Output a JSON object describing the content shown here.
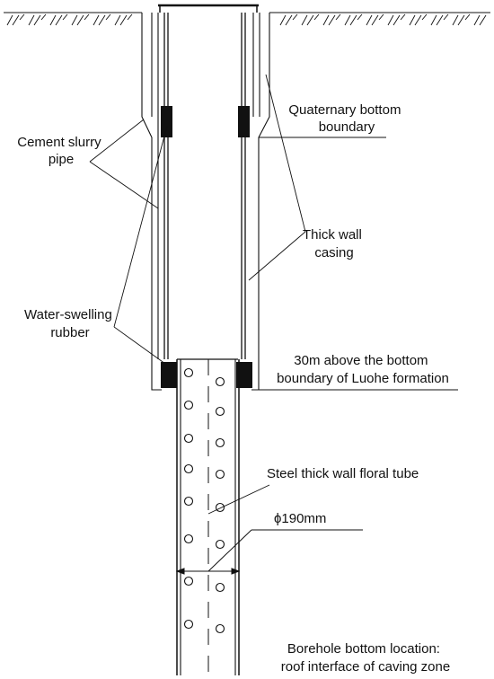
{
  "labels": {
    "quaternary": [
      "Quaternary bottom",
      "boundary"
    ],
    "cement_slurry_pipe": [
      "Cement slurry",
      "pipe"
    ],
    "thick_wall_casing": [
      "Thick wall",
      "casing"
    ],
    "water_swelling_rubber": [
      "Water-swelling",
      "rubber"
    ],
    "luohe": [
      "30m above the bottom",
      "boundary of Luohe formation"
    ],
    "floral_tube": "Steel thick wall floral tube",
    "diameter": "ϕ190mm",
    "borehole_bottom": [
      "Borehole bottom location:",
      "roof interface of caving zone"
    ]
  },
  "colors": {
    "line": "#111111",
    "rubber": "#111111"
  }
}
